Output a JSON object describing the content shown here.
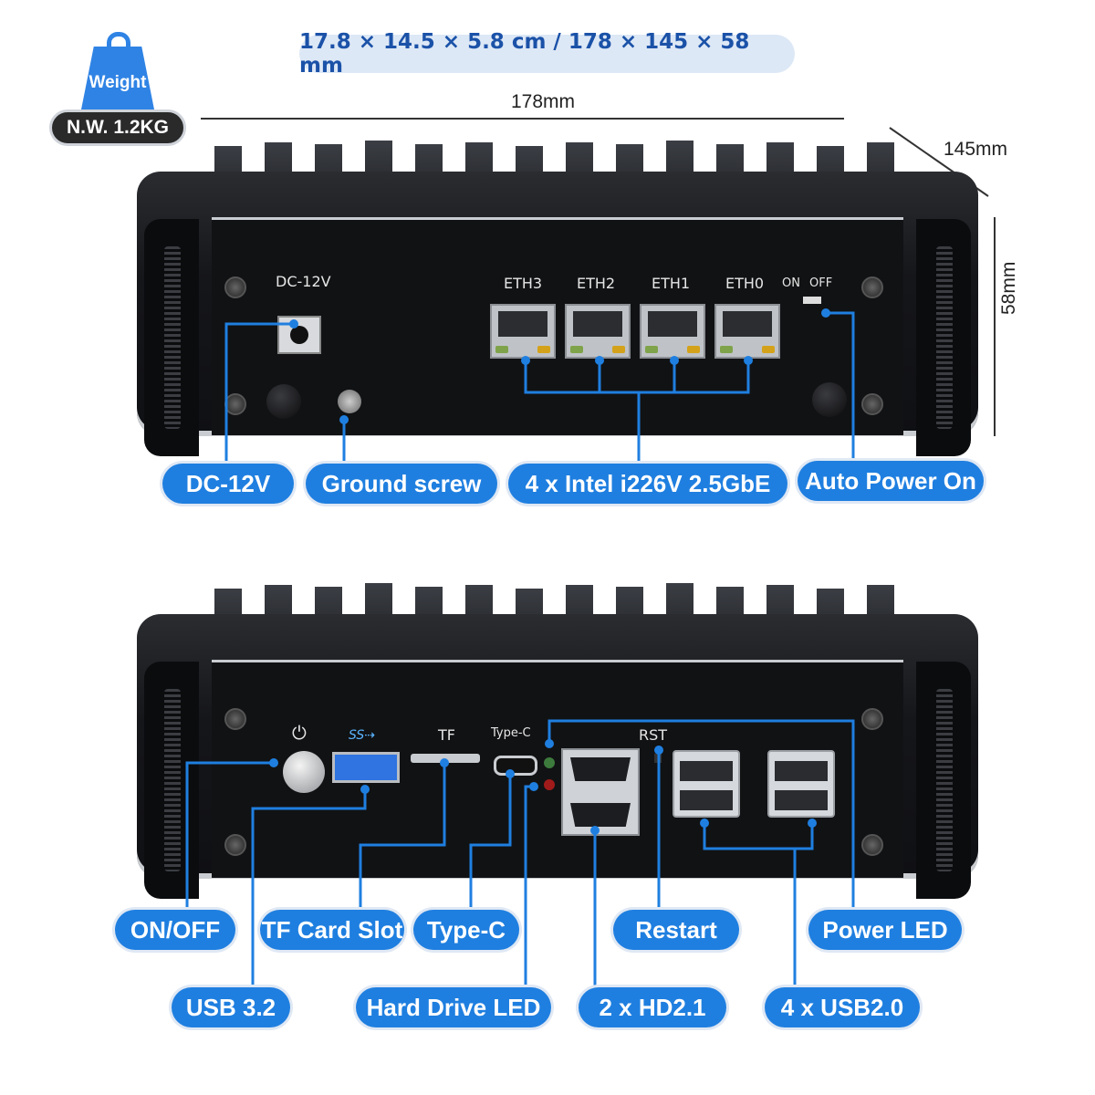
{
  "dimensions": {
    "summary": "17.8 × 14.5 × 5.8 cm / 178 × 145 × 58 mm",
    "length": "178mm",
    "width": "145mm",
    "height": "58mm"
  },
  "weight": {
    "tag_label": "Weight",
    "net_weight": "N.W. 1.2KG"
  },
  "back_panel": {
    "dc_label": "DC-12V",
    "ports": [
      "ETH3",
      "ETH2",
      "ETH1",
      "ETH0"
    ],
    "switch_on": "ON",
    "switch_off": "OFF",
    "labels": {
      "dc": "DC-12V",
      "ground": "Ground screw",
      "ethernet": "4 x Intel i226V 2.5GbE",
      "auto_power": "Auto Power On"
    }
  },
  "front_panel": {
    "tf": "TF",
    "typec": "Type-C",
    "rst": "RST",
    "labels": {
      "onoff": "ON/OFF",
      "tf_slot": "TF Card Slot",
      "typec": "Type-C",
      "restart": "Restart",
      "power_led": "Power LED",
      "usb32": "USB 3.2",
      "hdd_led": "Hard Drive LED",
      "hdmi": "2 x HD2.1",
      "usb20": "4 x USB2.0"
    }
  },
  "colors": {
    "accent": "#1f7fe0",
    "pill_bg": "#dde8f6",
    "dark": "#2a2a2a"
  }
}
